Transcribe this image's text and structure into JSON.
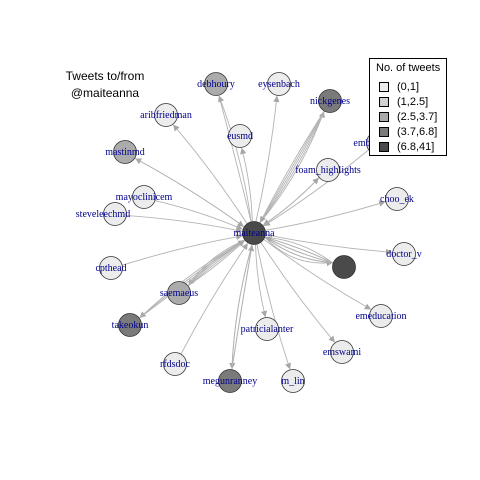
{
  "title_lines": [
    "Tweets to/from",
    "@maiteanna"
  ],
  "legend": {
    "title": "No. of tweets",
    "items": [
      {
        "label": "(0,1]",
        "color": "#ececec"
      },
      {
        "label": "(1,2.5]",
        "color": "#d0d0d0"
      },
      {
        "label": "(2.5,3.7]",
        "color": "#ababab"
      },
      {
        "label": "(3.7,6.8]",
        "color": "#7a7a7a"
      },
      {
        "label": "(6.8,41]",
        "color": "#4a4a4a"
      }
    ]
  },
  "colors": {
    "edge": "#b3b3b3",
    "arrow": "#a6a6a6",
    "label": "#00008b"
  },
  "nodes": [
    {
      "id": "maiteanna",
      "label": "maiteanna",
      "bin": 4
    },
    {
      "id": "debhoury",
      "label": "debhoury",
      "bin": 2
    },
    {
      "id": "eysenbach",
      "label": "eysenbach",
      "bin": 0
    },
    {
      "id": "nickgenes",
      "label": "nickgenes",
      "bin": 3
    },
    {
      "id": "arbfriedman",
      "label": "aribfriedman",
      "bin": 0
    },
    {
      "id": "eusmd",
      "label": "eusmd",
      "bin": 0
    },
    {
      "id": "emb",
      "label": "emb",
      "bin": 1
    },
    {
      "id": "mastinmd",
      "label": "mastinmd",
      "bin": 2
    },
    {
      "id": "foam",
      "label": "foam_highlights",
      "bin": 0
    },
    {
      "id": "mayoclinicem",
      "label": "mayoclinicem",
      "bin": 0
    },
    {
      "id": "choo_ek",
      "label": "choo_ek",
      "bin": 0
    },
    {
      "id": "steveleechmd",
      "label": "steveleechmd",
      "bin": 0
    },
    {
      "id": "doctor_v",
      "label": "doctor_v",
      "bin": 0
    },
    {
      "id": "unlabeled",
      "label": "",
      "bin": 4
    },
    {
      "id": "cpthead",
      "label": "cpthead",
      "bin": 0
    },
    {
      "id": "saemaeus",
      "label": "saemaeus",
      "bin": 2
    },
    {
      "id": "emeducation",
      "label": "emeducation",
      "bin": 0
    },
    {
      "id": "takeokun",
      "label": "takeokun",
      "bin": 3
    },
    {
      "id": "patricialanter",
      "label": "patricialanter",
      "bin": 0
    },
    {
      "id": "emswami",
      "label": "emswami",
      "bin": 0
    },
    {
      "id": "rfdsdoc",
      "label": "rfdsdoc",
      "bin": 0
    },
    {
      "id": "megunranney",
      "label": "megunranney",
      "bin": 3
    },
    {
      "id": "m_lin",
      "label": "m_lin",
      "bin": 0
    }
  ],
  "edges": [
    {
      "from": "maiteanna",
      "to": "debhoury",
      "count": 2
    },
    {
      "from": "maiteanna",
      "to": "eysenbach",
      "count": 1
    },
    {
      "from": "maiteanna",
      "to": "nickgenes",
      "count": 3
    },
    {
      "from": "nickgenes",
      "to": "maiteanna",
      "count": 2
    },
    {
      "from": "maiteanna",
      "to": "arbfriedman",
      "count": 1
    },
    {
      "from": "maiteanna",
      "to": "eusmd",
      "count": 1
    },
    {
      "from": "emb",
      "to": "maiteanna",
      "count": 1
    },
    {
      "from": "maiteanna",
      "to": "mastinmd",
      "count": 1
    },
    {
      "from": "mastinmd",
      "to": "maiteanna",
      "count": 1
    },
    {
      "from": "foam",
      "to": "maiteanna",
      "count": 1
    },
    {
      "from": "maiteanna",
      "to": "foam",
      "count": 1
    },
    {
      "from": "mayoclinicem",
      "to": "maiteanna",
      "count": 1
    },
    {
      "from": "maiteanna",
      "to": "choo_ek",
      "count": 1
    },
    {
      "from": "steveleechmd",
      "to": "maiteanna",
      "count": 1
    },
    {
      "from": "maiteanna",
      "to": "doctor_v",
      "count": 1
    },
    {
      "from": "maiteanna",
      "to": "unlabeled",
      "count": 5
    },
    {
      "from": "unlabeled",
      "to": "maiteanna",
      "count": 3
    },
    {
      "from": "cpthead",
      "to": "maiteanna",
      "count": 1
    },
    {
      "from": "maiteanna",
      "to": "saemaeus",
      "count": 3
    },
    {
      "from": "saemaeus",
      "to": "maiteanna",
      "count": 2
    },
    {
      "from": "maiteanna",
      "to": "emeducation",
      "count": 1
    },
    {
      "from": "maiteanna",
      "to": "takeokun",
      "count": 2
    },
    {
      "from": "takeokun",
      "to": "maiteanna",
      "count": 1
    },
    {
      "from": "maiteanna",
      "to": "patricialanter",
      "count": 1
    },
    {
      "from": "maiteanna",
      "to": "emswami",
      "count": 1
    },
    {
      "from": "rfdsdoc",
      "to": "maiteanna",
      "count": 1
    },
    {
      "from": "maiteanna",
      "to": "megunranney",
      "count": 2
    },
    {
      "from": "megunranney",
      "to": "maiteanna",
      "count": 2
    },
    {
      "from": "maiteanna",
      "to": "m_lin",
      "count": 1
    }
  ]
}
